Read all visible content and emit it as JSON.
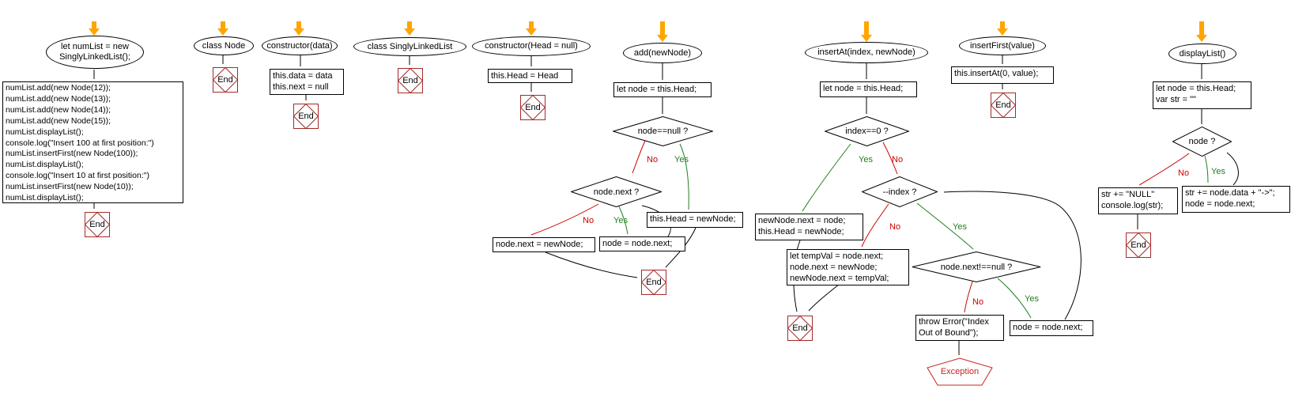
{
  "colors": {
    "line": "#000000",
    "no_label": "#cc0000",
    "yes_label": "#1f7d1f",
    "terminator_border": "#a52a2a",
    "exception": "#cc2222",
    "start_arrow": "#ffa500",
    "node_fill": "#ffffff"
  },
  "labels": {
    "yes": "Yes",
    "no": "No",
    "end": "End",
    "exception": "Exception"
  },
  "flows": {
    "main": {
      "title": "let numList = new\nSinglyLinkedList();",
      "body": "numList.add(new Node(12));\nnumList.add(new Node(13));\nnumList.add(new Node(14));\nnumList.add(new Node(15));\nnumList.displayList();\nconsole.log(\"Insert 100 at first position:\")\nnumList.insertFirst(new Node(100));\nnumList.displayList();\nconsole.log(\"Insert 10 at first position:\")\nnumList.insertFirst(new Node(10));\nnumList.displayList();"
    },
    "class_node": {
      "title": "class Node"
    },
    "constructor_data": {
      "title": "constructor(data)",
      "body": "this.data = data\nthis.next = null"
    },
    "class_singly_linked_list": {
      "title": "class SinglyLinkedList"
    },
    "constructor_head": {
      "title": "constructor(Head = null)",
      "body": "this.Head = Head"
    },
    "add": {
      "title": "add(newNode)",
      "init": "let node = this.Head;",
      "cond_null": "node==null ?",
      "cond_next": "node.next ?",
      "set_head": "this.Head = newNode;",
      "set_next": "node.next = newNode;",
      "advance": "node = node.next;"
    },
    "insert_at": {
      "title": "insertAt(index, newNode)",
      "init": "let node = this.Head;",
      "cond_index_zero": "index==0 ?",
      "cond_decrement": "--index ?",
      "cond_next_not_null": "node.next!==null ?",
      "insert_at_head": "newNode.next = node;\nthis.Head = newNode;",
      "insert_in_middle": "let tempVal = node.next;\nnode.next = newNode;\nnewNode.next = tempVal;",
      "throw_error": "throw Error(\"Index\nOut of Bound\");",
      "advance": "node = node.next;"
    },
    "insert_first": {
      "title": "insertFirst(value)",
      "body": "this.insertAt(0, value);"
    },
    "display_list": {
      "title": "displayList()",
      "init": "let node = this.Head;\nvar str = \"\"",
      "cond_node": "node ?",
      "on_null": "str += \"NULL\"\nconsole.log(str);",
      "on_node": "str += node.data + \"->\";\nnode = node.next;"
    }
  }
}
